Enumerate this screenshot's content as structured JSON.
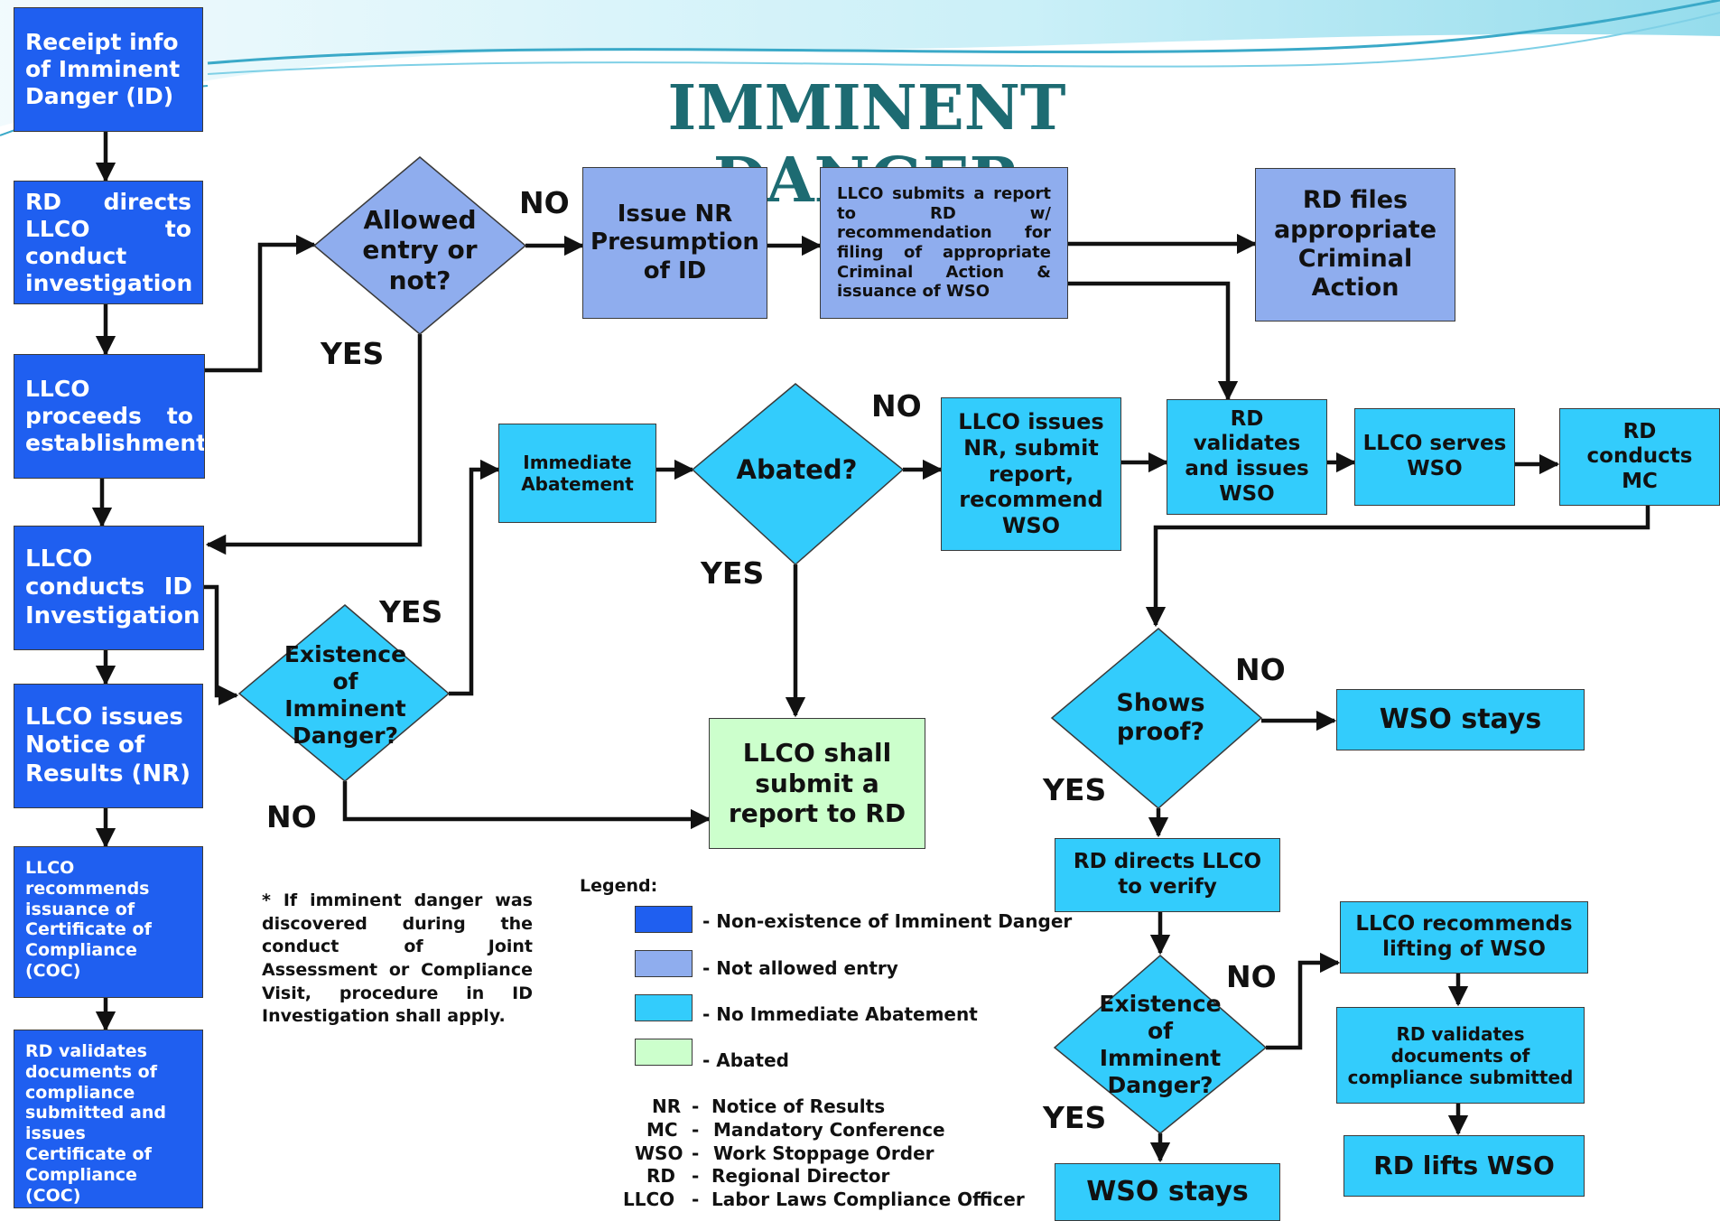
{
  "title": "IMMINENT DANGER",
  "colors": {
    "non_existence": "#1f5ff0",
    "not_allowed": "#8fadee",
    "no_abatement": "#33ccfc",
    "abated": "#ccffcc",
    "title": "#1d6b72"
  },
  "left_column": {
    "receipt": "Receipt info of Imminent Danger (ID)",
    "rd_directs": "RD directs LLCO to conduct investigation",
    "llco_proceeds": "LLCO proceeds to establishment",
    "llco_conducts": "LLCO conducts ID Investigation",
    "llco_issues_nr": "LLCO issues Notice of Results (NR)",
    "llco_recommends_coc": "LLCO recommends issuance of Certificate of Compliance (COC)",
    "rd_validates_coc": "RD validates documents of compliance submitted and issues Certificate of Compliance (COC)"
  },
  "boxes": {
    "issue_nr_presumption": "Issue NR Presumption of ID",
    "llco_submits_report": "LLCO submits a report to RD w/ recommendation for filing of appropriate Criminal Action & issuance of WSO",
    "rd_files": "RD files appropriate Criminal Action",
    "immediate_abatement": "Immediate Abatement",
    "llco_issues_nr_submit": "LLCO issues NR, submit report, recommend WSO",
    "rd_validates_issues_wso": "RD validates and issues WSO",
    "llco_serves_wso": "LLCO serves WSO",
    "rd_conducts_mc": "RD conducts MC",
    "llco_shall_submit": "LLCO shall submit a report to RD",
    "wso_stays_1": "WSO stays",
    "rd_directs_verify": "RD directs LLCO to verify",
    "llco_recommends_lifting": "LLCO recommends lifting of WSO",
    "rd_validates_compliance": "RD validates documents of compliance submitted",
    "rd_lifts_wso": "RD lifts WSO",
    "wso_stays_2": "WSO stays"
  },
  "decisions": {
    "allowed_entry": "Allowed entry or not?",
    "existence_1": "Existence of Imminent Danger?",
    "abated": "Abated?",
    "shows_proof": "Shows proof?",
    "existence_2": "Existence of Imminent Danger?"
  },
  "edge_labels": {
    "allowed_no": "NO",
    "allowed_yes": "YES",
    "existence1_yes": "YES",
    "existence1_no": "NO",
    "abated_no": "NO",
    "abated_yes": "YES",
    "proof_no": "NO",
    "proof_yes": "YES",
    "existence2_no": "NO",
    "existence2_yes": "YES"
  },
  "footnote": "* If imminent danger was discovered during the conduct of Joint Assessment or Compliance Visit, procedure in ID Investigation shall apply.",
  "legend": {
    "title": "Legend:",
    "items": [
      "- Non-existence of Imminent Danger",
      "- Not allowed entry",
      "- No Immediate Abatement",
      "- Abated"
    ]
  },
  "abbreviations": [
    {
      "abbr": "NR",
      "dash": "-",
      "meaning": "Notice of Results"
    },
    {
      "abbr": "MC",
      "dash": "-",
      "meaning": "Mandatory Conference"
    },
    {
      "abbr": "WSO",
      "dash": "-",
      "meaning": "Work Stoppage Order"
    },
    {
      "abbr": "RD",
      "dash": "-",
      "meaning": "Regional Director"
    },
    {
      "abbr": "LLCO",
      "dash": "-",
      "meaning": "Labor Laws Compliance Officer"
    }
  ]
}
